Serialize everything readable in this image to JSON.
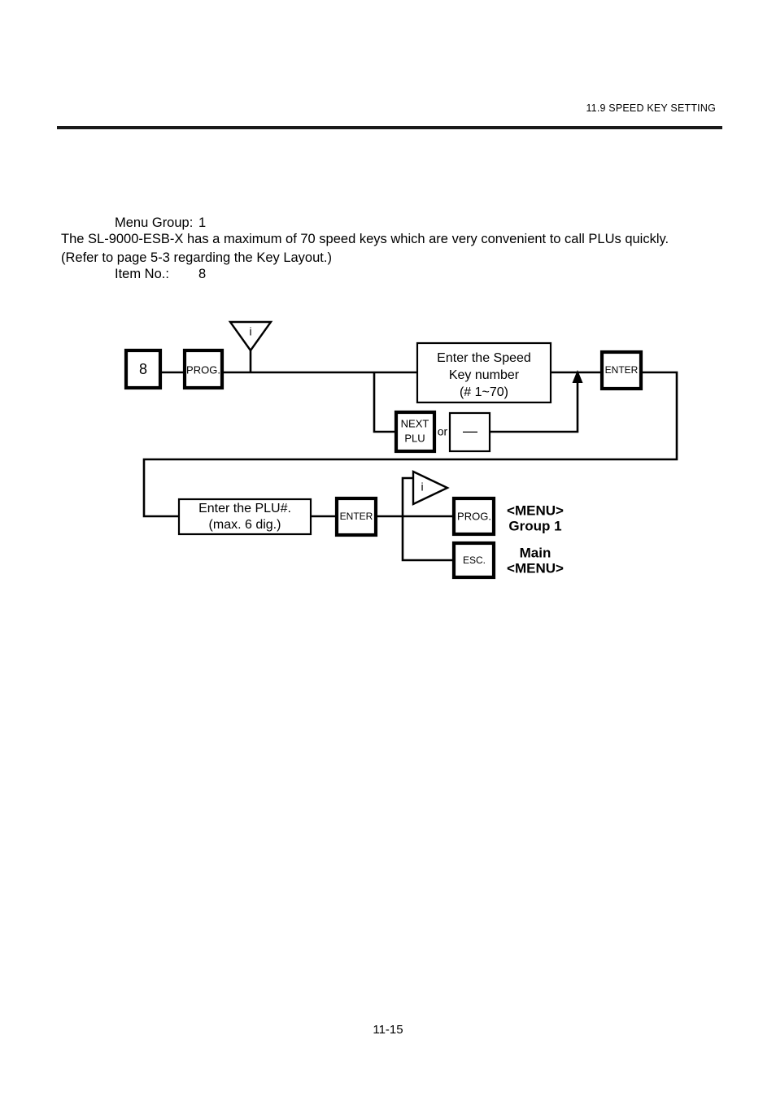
{
  "header": {
    "title": "11.9 SPEED KEY SETTING"
  },
  "meta": {
    "menu_group_label": "Menu Group:",
    "menu_group_value": "1",
    "item_no_label": "Item No.:",
    "item_no_value": "8"
  },
  "intro": {
    "line1": "The SL-9000-ESB-X has a maximum of 70 speed keys which are very convenient to call PLUs quickly.",
    "line2": "(Refer to page 5-3 regarding the Key Layout.)"
  },
  "diagram": {
    "item_number_key": "8",
    "prog_key_top": "PROG.",
    "info_marker_top": "i",
    "speed_key_box": {
      "line1": "Enter the Speed",
      "line2": "Key number",
      "line3": "(# 1~70)"
    },
    "enter_key_top": "ENTER",
    "next_plu_key": {
      "line1": "NEXT",
      "line2": "PLU"
    },
    "or_label": "or",
    "minus_key": "—",
    "plu_box": {
      "line1": "Enter the PLU#.",
      "line2": "(max. 6 dig.)"
    },
    "enter_key_bottom": "ENTER",
    "info_marker_bottom": "i",
    "prog_key_bottom": "PROG.",
    "esc_key": "ESC.",
    "prog_target": {
      "line1": "<MENU>",
      "line2": "Group 1"
    },
    "esc_target": {
      "line1": "Main",
      "line2": "<MENU>"
    }
  },
  "footer": {
    "page_number": "11-15"
  }
}
